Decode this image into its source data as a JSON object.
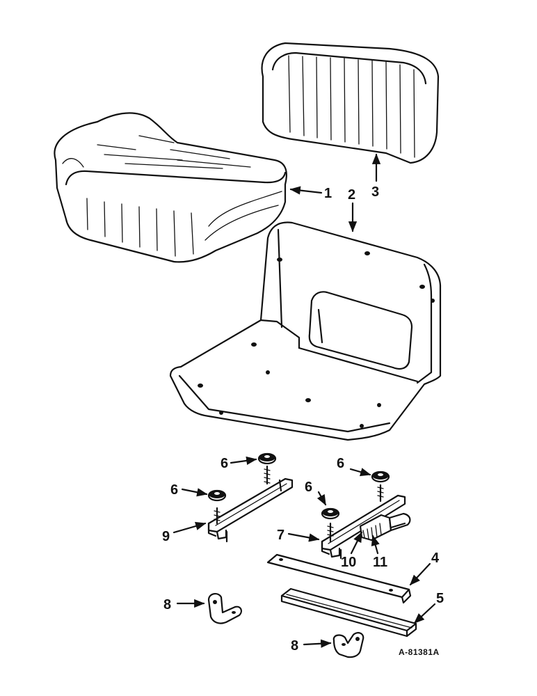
{
  "diagram": {
    "callouts": [
      "1",
      "2",
      "3",
      "4",
      "5",
      "6",
      "7",
      "8",
      "9",
      "10",
      "11"
    ],
    "drawing_number": "A-81381A"
  },
  "parts": {
    "seat_cushion": "seat-cushion",
    "seat_frame": "seat-frame",
    "backrest_cushion": "backrest-cushion",
    "strap": "strap",
    "channel": "channel",
    "washer": "washer",
    "slide_rail_latch": "slide-rail-with-latch",
    "bracket": "bracket",
    "slide_rail": "slide-rail",
    "latch": "latch",
    "handle": "handle"
  }
}
